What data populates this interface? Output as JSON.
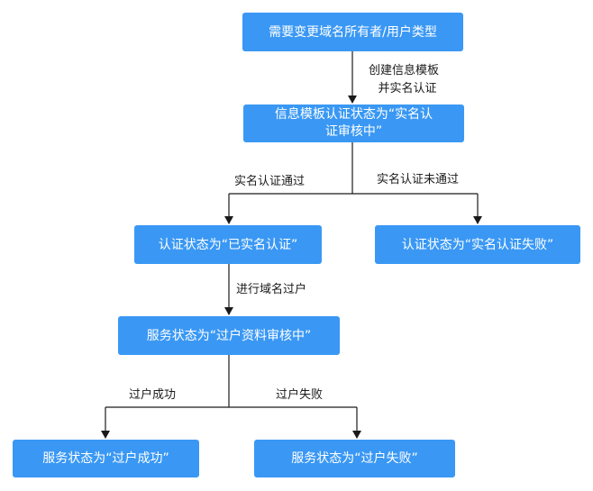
{
  "colors": {
    "node_fill": "#3a98f4",
    "node_text": "#ffffff",
    "line": "#1a1a1a"
  },
  "nodes": {
    "start": "需要变更域名所有者/用户类型",
    "template_review_line1": "信息模板认证状态为“实名认",
    "template_review_line2": "证审核中”",
    "verified": "认证状态为“已实名认证”",
    "failed_verification": "认证状态为“实名认证失败”",
    "transfer_review": "服务状态为“过户资料审核中”",
    "transfer_success": "服务状态为“过户成功”",
    "transfer_failed": "服务状态为“过户失败”"
  },
  "edges": {
    "create_template_line1": "创建信息模板",
    "create_template_line2": "并实名认证",
    "verification_passed": "实名认证通过",
    "verification_not_passed": "实名认证未通过",
    "do_transfer": "进行域名过户",
    "transfer_success": "过户成功",
    "transfer_failed": "过户失败"
  }
}
